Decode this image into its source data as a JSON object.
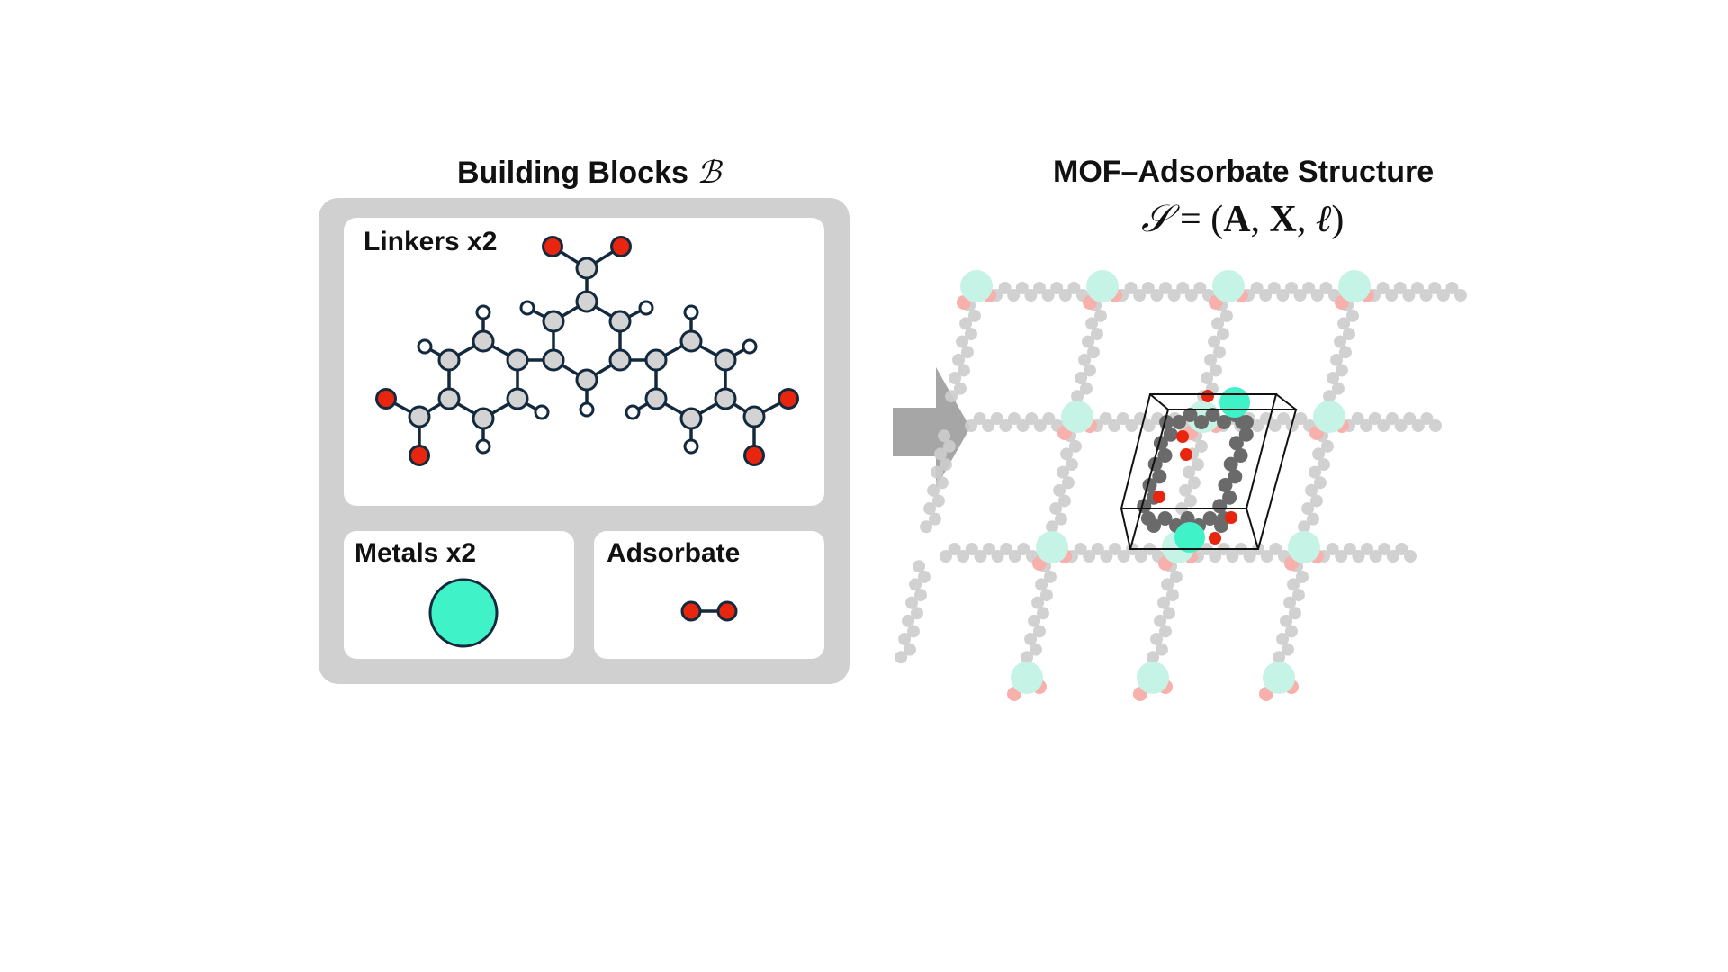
{
  "building_blocks": {
    "title": "Building Blocks",
    "title_symbol": "ℬ",
    "linkers_label": "Linkers x2",
    "metals_label": "Metals x2",
    "adsorbate_label": "Adsorbate"
  },
  "structure": {
    "title": "MOF–Adsorbate Structure",
    "equation": {
      "lhs": "𝒮",
      "equals": "=",
      "open": "(",
      "a": "A",
      "comma1": ",",
      "x": "X",
      "comma2": ",",
      "l": "ℓ",
      "close": ")"
    }
  },
  "colors": {
    "panel": "#d0d0d0",
    "carbon": "#d3d3d3",
    "oxygen": "#e8250f",
    "metal": "#3ff2c8",
    "bond": "#13293d",
    "arrow": "#a6a6a6"
  }
}
